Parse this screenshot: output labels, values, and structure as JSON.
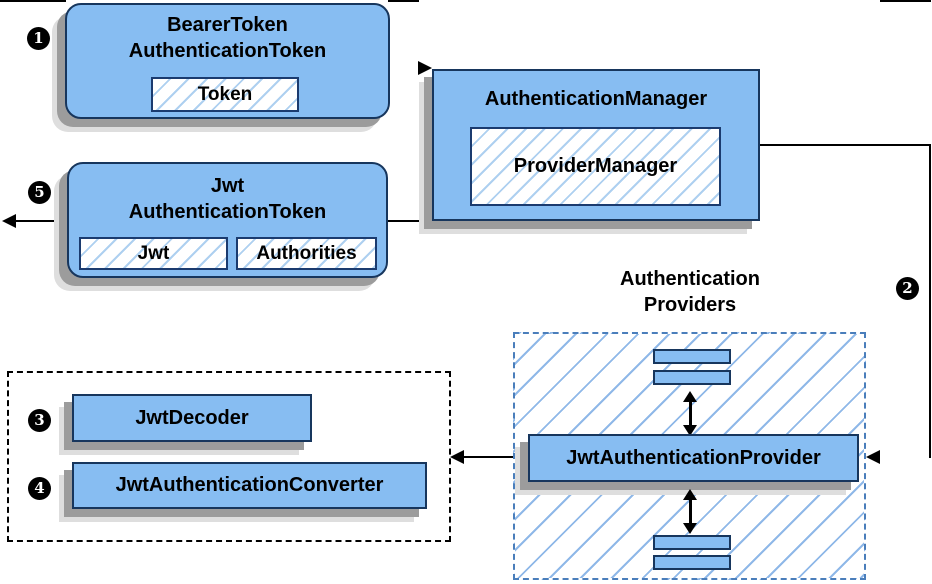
{
  "nodes": {
    "bearer": {
      "line1": "BearerToken",
      "line2": "AuthenticationToken",
      "chip": "Token"
    },
    "manager": {
      "title": "AuthenticationManager",
      "chip": "ProviderManager"
    },
    "jwt_token": {
      "line1": "Jwt",
      "line2": "AuthenticationToken",
      "chip_jwt": "Jwt",
      "chip_authorities": "Authorities"
    },
    "providers_group": {
      "label_line1": "Authentication",
      "label_line2": "Providers",
      "provider": "JwtAuthenticationProvider"
    },
    "decoder_group": {
      "decoder": "JwtDecoder",
      "converter": "JwtAuthenticationConverter"
    }
  },
  "steps": {
    "s1": "1",
    "s2": "2",
    "s3": "3",
    "s4": "4",
    "s5": "5"
  },
  "colors": {
    "node_fill": "#87bdf2",
    "node_border": "#17365d",
    "chip_border": "#1b3b6f",
    "chip_hatch_line": "#aed0f0",
    "providers_hatch_line": "#8fb8e8",
    "providers_dashed_border": "#4a7ebb",
    "decoder_dashed_border": "#000000",
    "connector": "#000000",
    "shadow_dark": "#9c9c9c",
    "shadow_light": "#dedede",
    "badge_bg": "#000000",
    "badge_text": "#ffffff"
  }
}
